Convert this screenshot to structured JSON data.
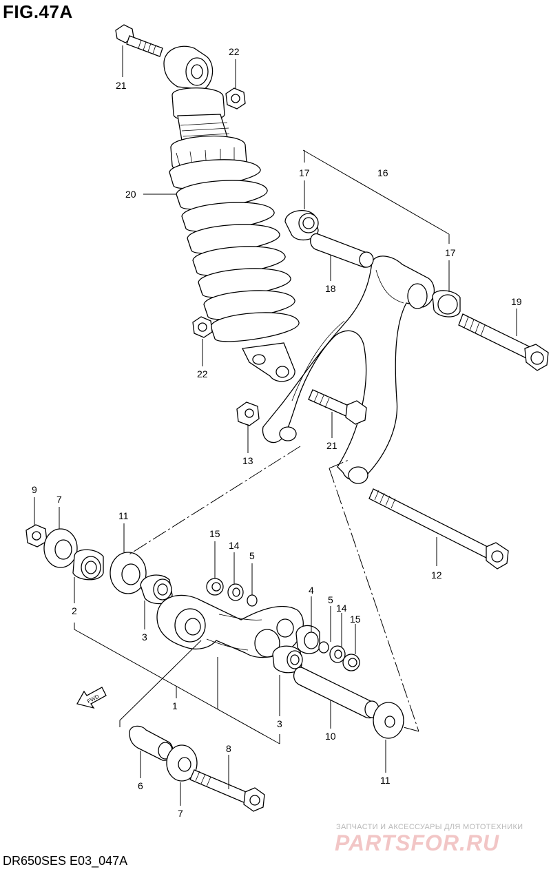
{
  "figure": {
    "title": "FIG.47A",
    "code": "DR650SES E03_047A"
  },
  "watermark": {
    "tagline": "ЗАПЧАСТИ И АКСЕССУАРЫ ДЛЯ МОТОТЕХНИКИ",
    "brand": "PARTSFOR.RU"
  },
  "callouts": [
    {
      "id": "c21a",
      "label": "21"
    },
    {
      "id": "c22a",
      "label": "22"
    },
    {
      "id": "c17a",
      "label": "17"
    },
    {
      "id": "c16",
      "label": "16"
    },
    {
      "id": "c20",
      "label": "20"
    },
    {
      "id": "c17b",
      "label": "17"
    },
    {
      "id": "c18",
      "label": "18"
    },
    {
      "id": "c19",
      "label": "19"
    },
    {
      "id": "c22b",
      "label": "22"
    },
    {
      "id": "c21b",
      "label": "21"
    },
    {
      "id": "c13",
      "label": "13"
    },
    {
      "id": "c9",
      "label": "9"
    },
    {
      "id": "c7a",
      "label": "7"
    },
    {
      "id": "c11a",
      "label": "11"
    },
    {
      "id": "c15a",
      "label": "15"
    },
    {
      "id": "c14a",
      "label": "14"
    },
    {
      "id": "c5a",
      "label": "5"
    },
    {
      "id": "c12",
      "label": "12"
    },
    {
      "id": "c2",
      "label": "2"
    },
    {
      "id": "c3a",
      "label": "3"
    },
    {
      "id": "c4",
      "label": "4"
    },
    {
      "id": "c5b",
      "label": "5"
    },
    {
      "id": "c14b",
      "label": "14"
    },
    {
      "id": "c15b",
      "label": "15"
    },
    {
      "id": "c1",
      "label": "1"
    },
    {
      "id": "c3b",
      "label": "3"
    },
    {
      "id": "c10",
      "label": "10"
    },
    {
      "id": "c11b",
      "label": "11"
    },
    {
      "id": "c8",
      "label": "8"
    },
    {
      "id": "c6",
      "label": "6"
    },
    {
      "id": "c7b",
      "label": "7"
    }
  ]
}
